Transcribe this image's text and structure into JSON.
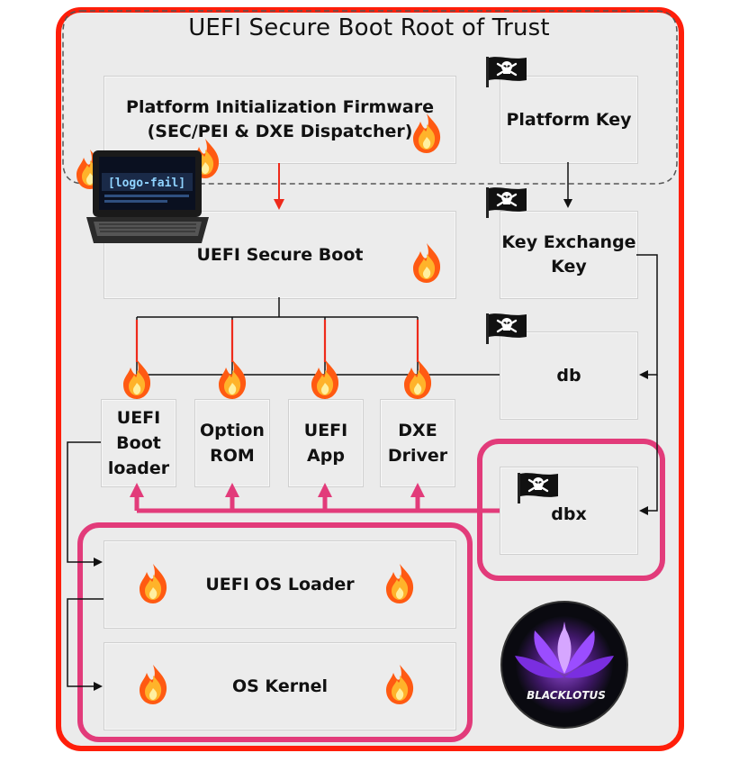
{
  "title": "UEFI Secure Boot Root of Trust",
  "boxes": {
    "platform_fw_line1": "Platform Initialization Firmware",
    "platform_fw_line2": "(SEC/PEI & DXE Dispatcher)",
    "platform_key": "Platform Key",
    "secure_boot": "UEFI Secure Boot",
    "kek_line1": "Key Exchange",
    "kek_line2": "Key",
    "db": "db",
    "dbx": "dbx",
    "boot_loader": [
      "UEFI",
      "Boot",
      "loader"
    ],
    "option_rom": [
      "Option",
      "ROM"
    ],
    "uefi_app": [
      "UEFI",
      "App"
    ],
    "dxe_driver": [
      "DXE",
      "Driver"
    ],
    "os_loader": "UEFI OS Loader",
    "os_kernel": "OS Kernel"
  },
  "laptop_screen_text": "[logo-fail]",
  "badge_text": "BLACKLOTUS",
  "icons": [
    "fire-icon",
    "pirate-flag-icon",
    "laptop-icon",
    "blacklotus-logo-icon"
  ],
  "colors": {
    "frame_red": "#ff1e0a",
    "highlight_pink": "#e23b7a",
    "box_fill": "#ececec",
    "arrow": "#111111"
  }
}
